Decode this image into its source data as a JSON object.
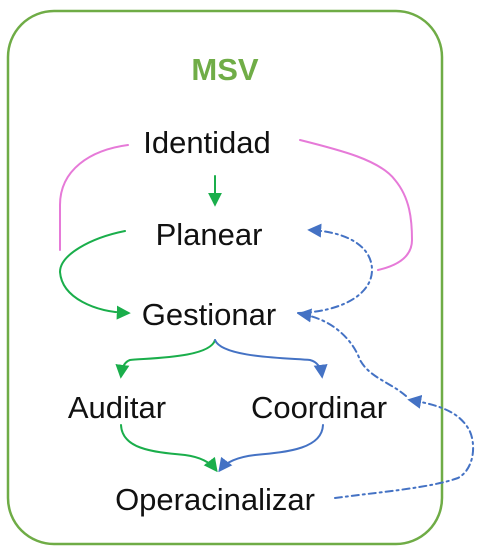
{
  "title": "MSV",
  "colors": {
    "frame": "#6fac46",
    "title": "#70ad47",
    "text": "#111111",
    "green": "#1aae4b",
    "blue": "#4472c4",
    "pink": "#e67ad8"
  },
  "nodes": {
    "identidad": "Identidad",
    "planear": "Planear",
    "gestionar": "Gestionar",
    "auditar": "Auditar",
    "coordinar": "Coordinar",
    "operacinalizar": "Operacinalizar"
  }
}
